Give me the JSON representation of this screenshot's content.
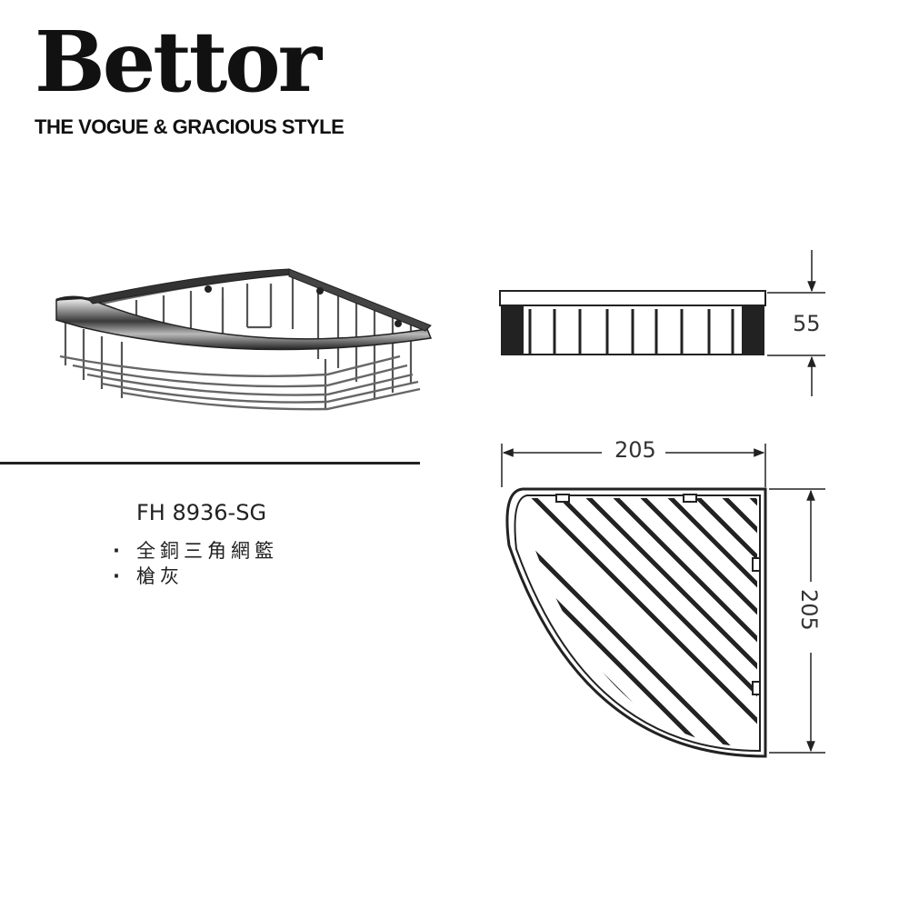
{
  "brand": {
    "name": "Bettor",
    "tagline": "THE VOGUE & GRACIOUS STYLE"
  },
  "product": {
    "model": "FH 8936-SG",
    "features": [
      "全銅三角網籃",
      "槍灰"
    ]
  },
  "dimensions": {
    "height": "55",
    "width": "205",
    "depth": "205"
  }
}
